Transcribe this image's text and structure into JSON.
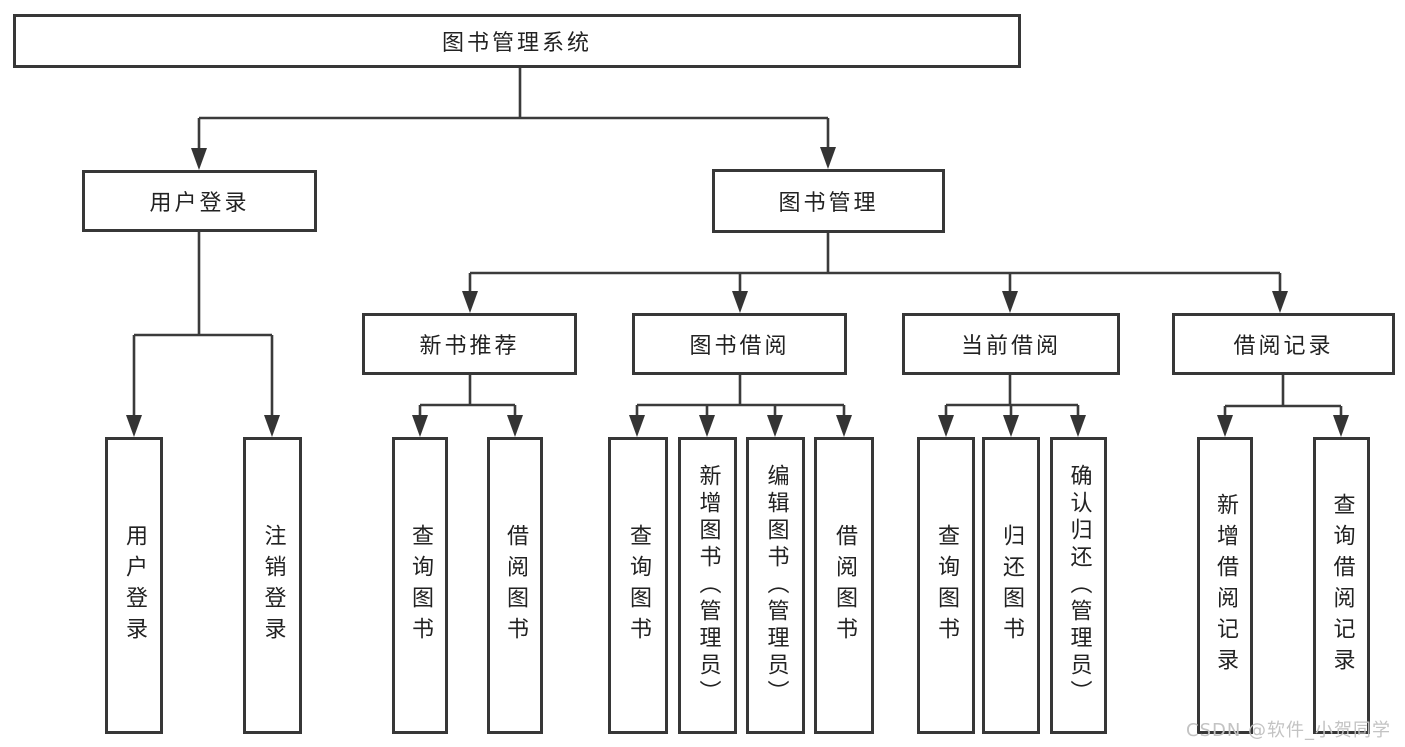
{
  "page": {
    "watermark": "CSDN @软件_小贺同学"
  },
  "diagram": {
    "title": "图书管理系统",
    "colors": {
      "line": "#3b3b3b",
      "box_border": "#373737",
      "text": "#222222",
      "watermark": "#c3c3c3",
      "background": "#ffffff"
    },
    "level2": [
      {
        "label": "用户登录"
      },
      {
        "label": "图书管理"
      }
    ],
    "level3": [
      {
        "label": "新书推荐"
      },
      {
        "label": "图书借阅"
      },
      {
        "label": "当前借阅"
      },
      {
        "label": "借阅记录"
      }
    ],
    "level4": {
      "user_login": [
        {
          "label": "用户登录"
        },
        {
          "label": "注销登录"
        }
      ],
      "new_book_recommend": [
        {
          "label": "查询图书"
        },
        {
          "label": "借阅图书"
        }
      ],
      "book_borrow": [
        {
          "label": "查询图书"
        },
        {
          "label": "新增图书（管理员）"
        },
        {
          "label": "编辑图书（管理员）"
        },
        {
          "label": "借阅图书"
        }
      ],
      "current_borrow": [
        {
          "label": "查询图书"
        },
        {
          "label": "归还图书"
        },
        {
          "label": "确认归还（管理员）"
        }
      ],
      "borrow_record": [
        {
          "label": "新增借阅记录"
        },
        {
          "label": "查询借阅记录"
        }
      ]
    }
  }
}
